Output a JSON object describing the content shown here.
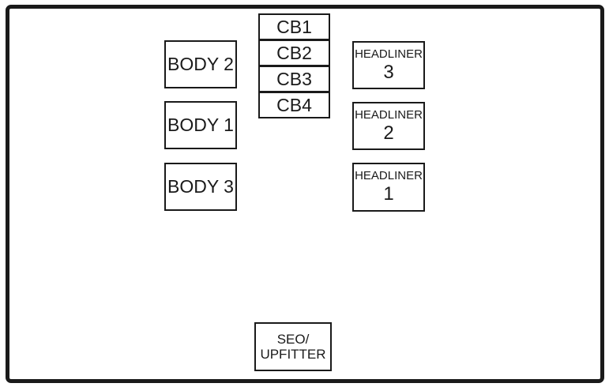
{
  "diagram": {
    "type": "vehicle-fuse-box-diagram",
    "colors": {
      "line": "#1a1a1a",
      "background": "#ffffff"
    },
    "body_column": [
      {
        "label": "BODY 2"
      },
      {
        "label": "BODY 1"
      },
      {
        "label": "BODY 3"
      }
    ],
    "cb_column": {
      "cells": [
        "CB1",
        "CB2",
        "CB3",
        "CB4"
      ]
    },
    "headliner_column": [
      {
        "label": "HEADLINER",
        "number": "3"
      },
      {
        "label": "HEADLINER",
        "number": "2"
      },
      {
        "label": "HEADLINER",
        "number": "1"
      }
    ],
    "seo_upfitter": {
      "line1": "SEO/",
      "line2": "UPFITTER"
    }
  }
}
